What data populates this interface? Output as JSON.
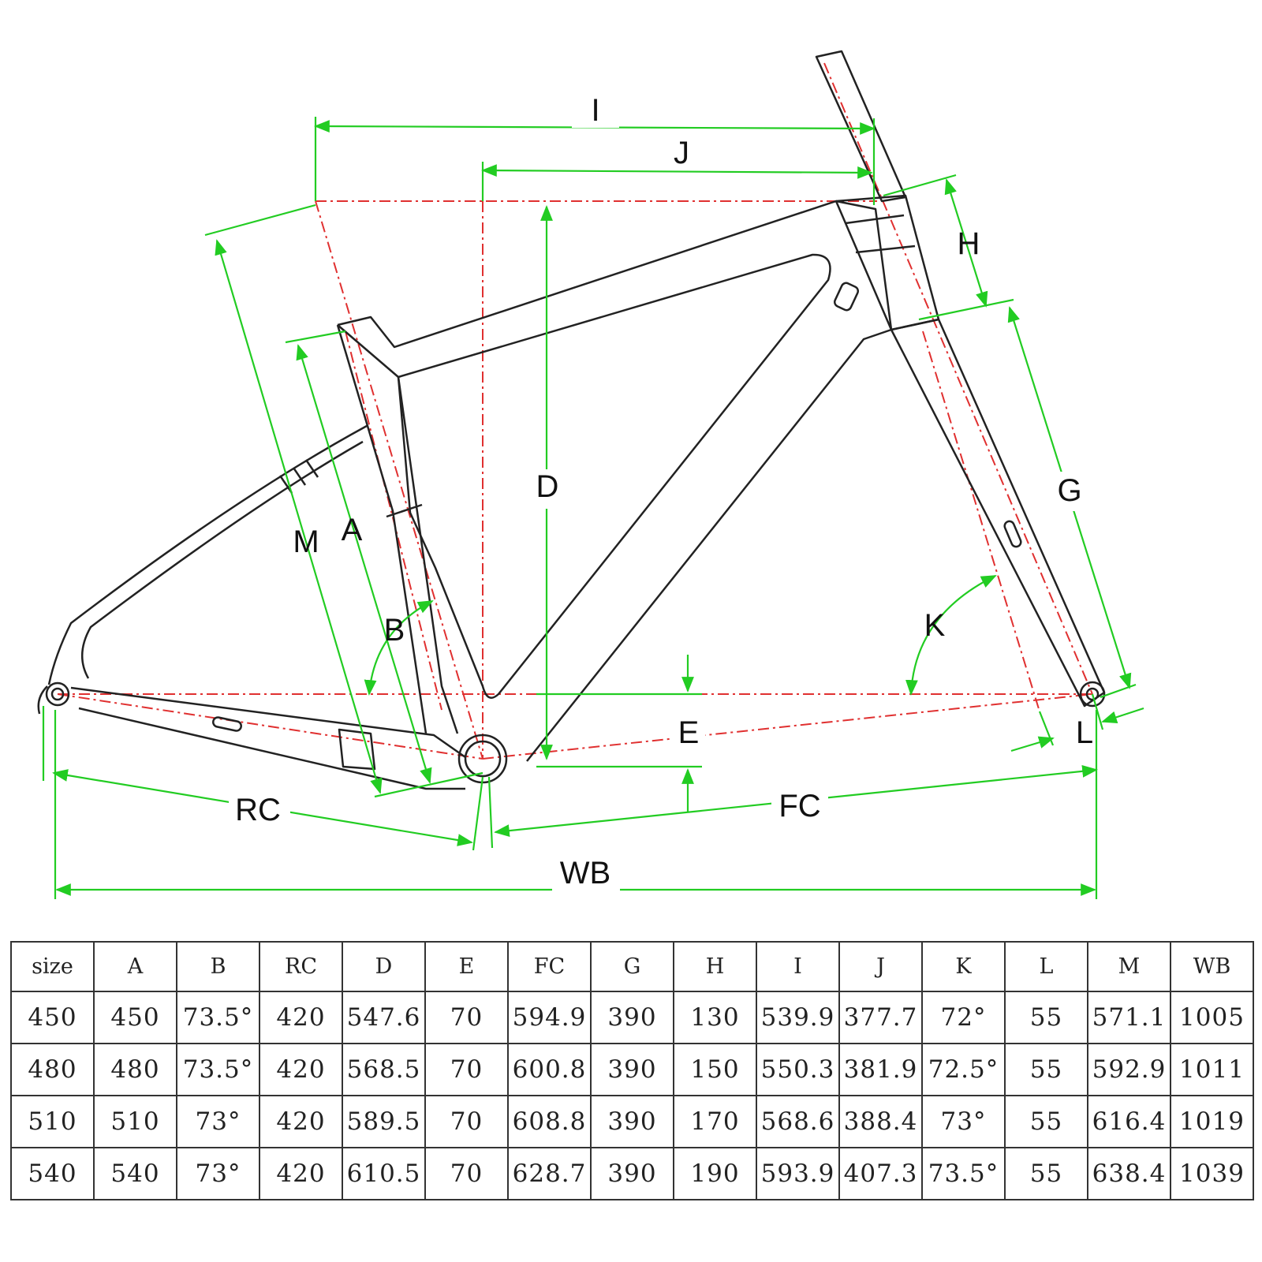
{
  "diagram": {
    "labels": {
      "I": "I",
      "J": "J",
      "H": "H",
      "D": "D",
      "G": "G",
      "M": "M",
      "A": "A",
      "B": "B",
      "K": "K",
      "E": "E",
      "L": "L",
      "RC": "RC",
      "FC": "FC",
      "WB": "WB"
    },
    "colors": {
      "frame": "#222222",
      "dimension": "#22cc22",
      "centerline": "#e03030"
    }
  },
  "table": {
    "headers": [
      "size",
      "A",
      "B",
      "RC",
      "D",
      "E",
      "FC",
      "G",
      "H",
      "I",
      "J",
      "K",
      "L",
      "M",
      "WB"
    ],
    "rows": [
      [
        "450",
        "450",
        "73.5°",
        "420",
        "547.6",
        "70",
        "594.9",
        "390",
        "130",
        "539.9",
        "377.7",
        "72°",
        "55",
        "571.1",
        "1005"
      ],
      [
        "480",
        "480",
        "73.5°",
        "420",
        "568.5",
        "70",
        "600.8",
        "390",
        "150",
        "550.3",
        "381.9",
        "72.5°",
        "55",
        "592.9",
        "1011"
      ],
      [
        "510",
        "510",
        "73°",
        "420",
        "589.5",
        "70",
        "608.8",
        "390",
        "170",
        "568.6",
        "388.4",
        "73°",
        "55",
        "616.4",
        "1019"
      ],
      [
        "540",
        "540",
        "73°",
        "420",
        "610.5",
        "70",
        "628.7",
        "390",
        "190",
        "593.9",
        "407.3",
        "73.5°",
        "55",
        "638.4",
        "1039"
      ]
    ]
  }
}
